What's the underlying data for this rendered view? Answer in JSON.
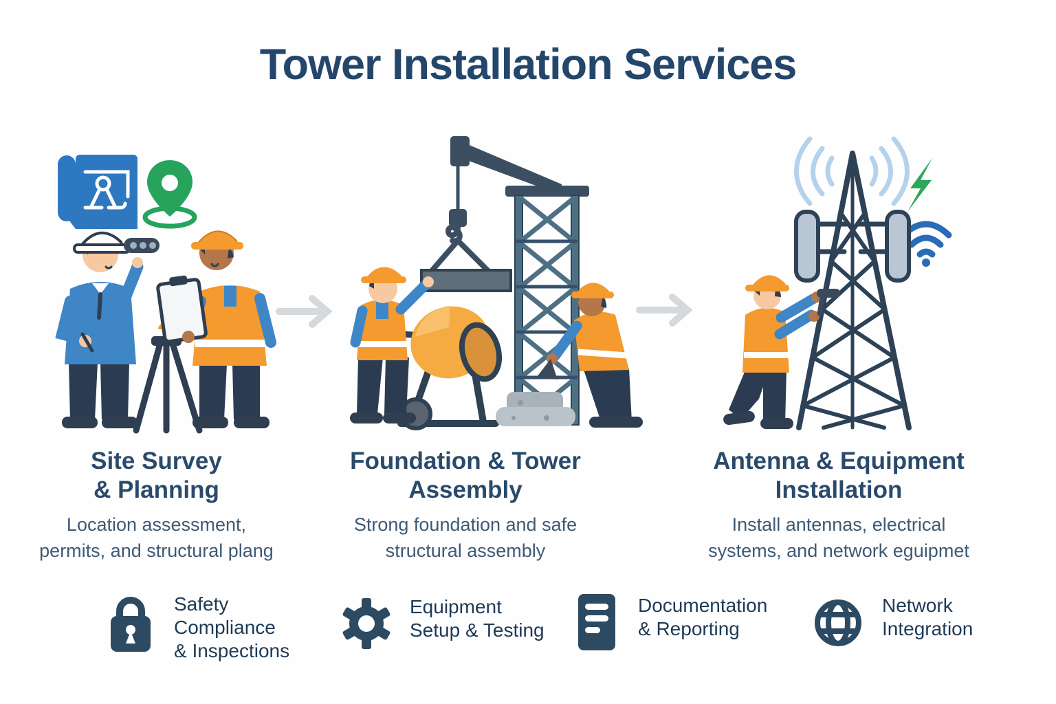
{
  "title": "Tower Installation Services",
  "steps": [
    {
      "heading": [
        "Site Survey",
        "& Planning"
      ],
      "desc": [
        "Location assessment,",
        "permits, and structural plang"
      ],
      "illustration_icons": [
        "blueprint-icon",
        "location-pin-icon",
        "surveyor-worker",
        "inspector-worker",
        "tripod"
      ]
    },
    {
      "heading": [
        "Foundation & Tower",
        "Assembly"
      ],
      "desc": [
        "Strong foundation and safe",
        "structural assembly"
      ],
      "illustration_icons": [
        "crane",
        "lattice-mast",
        "hoisted-beam",
        "cement-mixer",
        "concrete-foundation",
        "worker-left",
        "worker-right"
      ]
    },
    {
      "heading": [
        "Antenna & Equipment",
        "Installation"
      ],
      "desc": [
        "Install antennas, electrical",
        "systems, and network eguipmet"
      ],
      "illustration_icons": [
        "lattice-tower",
        "antenna-panels",
        "signal-waves-icon",
        "lightning-bolt-icon",
        "wifi-icon",
        "technician-worker"
      ]
    }
  ],
  "features": [
    {
      "icon": "lock-icon",
      "lines": [
        "Safety",
        "Compliance",
        "& Inspections"
      ]
    },
    {
      "icon": "gear-icon",
      "lines": [
        "Equipment",
        "Setup & Testing"
      ]
    },
    {
      "icon": "document-icon",
      "lines": [
        "Documentation",
        "& Reporting"
      ]
    },
    {
      "icon": "globe-icon",
      "lines": [
        "Network",
        "Integration"
      ]
    }
  ],
  "colors": {
    "title_navy": "#24466b",
    "heading_navy": "#2a4a6b",
    "body_navy": "#3e5a74",
    "feature_navy": "#1e3a56",
    "icon_slate": "#2d4a63",
    "arrow_gray": "#d6d9dc",
    "blueprint_blue": "#2e78c2",
    "pin_green": "#27a35c",
    "bolt_green": "#2fa65a",
    "wifi_blue": "#2a6cb5",
    "safety_orange": "#f59a2e",
    "mixer_orange": "#f5ab42",
    "worker_shirt_blue": "#3f86c6",
    "pants_navy": "#2b3c52",
    "outline_dark": "#2f4254",
    "signal_light_blue": "#b5d2ec"
  }
}
